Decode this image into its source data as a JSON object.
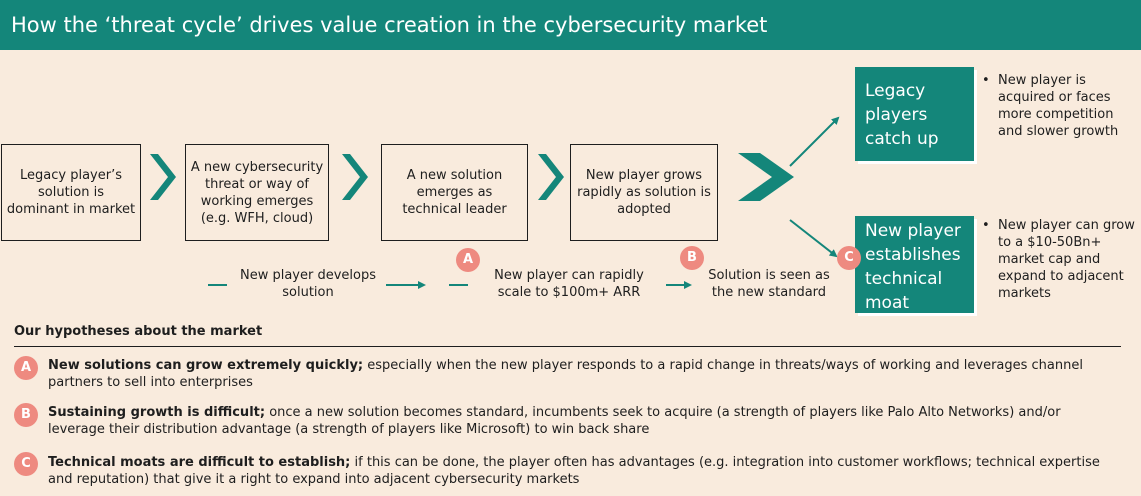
{
  "title": "How the ‘threat cycle’ drives value creation in the cybersecurity market",
  "steps": [
    "Legacy player’s solution is dominant in market",
    "A new cybersecurity threat or way of working emerges (e.g. WFH, cloud)",
    "A new solution emerges as technical leader",
    "New player grows rapidly as solution is adopted"
  ],
  "outcomes": {
    "top": {
      "label": "Legacy players catch up",
      "bullet": "New player is acquired or faces more competition and slower growth"
    },
    "bottom": {
      "label": "New player establishes technical moat",
      "bullet": "New player can grow to a $10-50Bn+ market cap and expand to adjacent markets"
    }
  },
  "timeline": {
    "develops": "New player develops solution",
    "scale": "New player can rapidly scale to $100m+ ARR",
    "standard": "Solution is seen as the new standard"
  },
  "markers": {
    "a": "A",
    "b": "B",
    "c": "C"
  },
  "bullet_char": "•",
  "colors": {
    "teal": "#14867a",
    "background": "#f9ebdd",
    "marker": "#ee8a80"
  },
  "hypotheses": {
    "heading": "Our hypotheses about the market",
    "items": [
      {
        "marker": "A",
        "bold": "New solutions can grow extremely quickly;",
        "text": " especially when the new player responds to a rapid change in threats/ways of working and leverages channel partners to sell into enterprises"
      },
      {
        "marker": "B",
        "bold": "Sustaining growth is difficult;",
        "text": " once a new solution becomes standard, incumbents seek to acquire (a strength of players like Palo Alto Networks) and/or leverage their distribution advantage (a strength of players like Microsoft) to win back share"
      },
      {
        "marker": "C",
        "bold": "Technical moats are difficult to establish;",
        "text": " if this can be done, the player often has advantages (e.g. integration into customer workflows; technical expertise and reputation) that give it a right to expand into adjacent cybersecurity markets"
      }
    ]
  }
}
